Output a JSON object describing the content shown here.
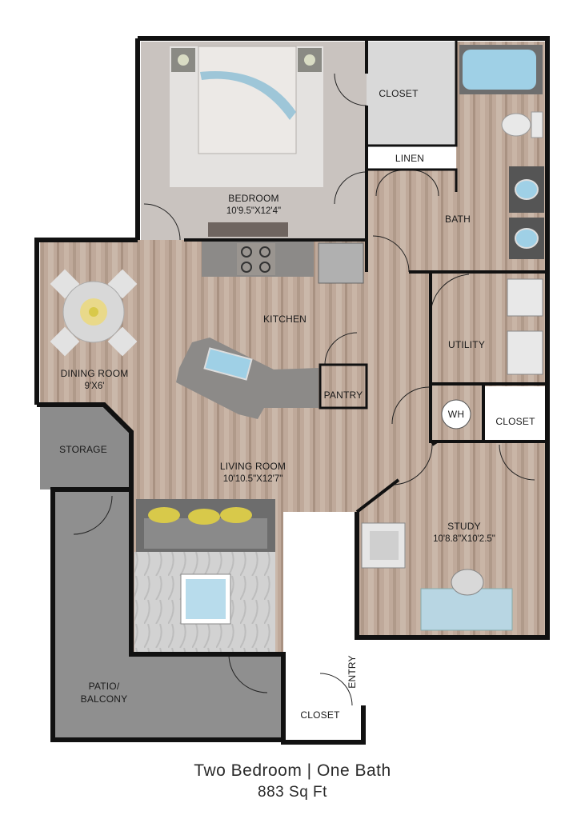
{
  "rooms": {
    "bedroom": {
      "name": "BEDROOM",
      "dims": "10'9.5\"X12'4\""
    },
    "closet_bedroom": {
      "name": "CLOSET"
    },
    "linen": {
      "name": "LINEN"
    },
    "bath": {
      "name": "BATH"
    },
    "kitchen": {
      "name": "KITCHEN"
    },
    "dining": {
      "name": "DINING ROOM",
      "dims": "9'X6'"
    },
    "pantry": {
      "name": "PANTRY"
    },
    "utility": {
      "name": "UTILITY"
    },
    "water_heater": {
      "name": "WH"
    },
    "closet_study": {
      "name": "CLOSET"
    },
    "storage": {
      "name": "STORAGE"
    },
    "living": {
      "name": "LIVING ROOM",
      "dims": "10'10.5\"X12'7\""
    },
    "study": {
      "name": "STUDY",
      "dims": "10'8.8\"X10'2.5\""
    },
    "patio": {
      "line1": "PATIO/",
      "line2": "BALCONY"
    },
    "entry": {
      "name": "ENTRY"
    },
    "closet_entry": {
      "name": "CLOSET"
    }
  },
  "caption": {
    "title": "Two Bedroom | One Bath",
    "area": "883 Sq Ft"
  },
  "colors": {
    "wall": "#111111",
    "wood": "#bfa99a",
    "bedroom_floor": "#c9c3bf",
    "tile": "#8f8f8f",
    "bath_fixture": "#9fd0e6",
    "accent_yellow": "#d8c94a"
  }
}
